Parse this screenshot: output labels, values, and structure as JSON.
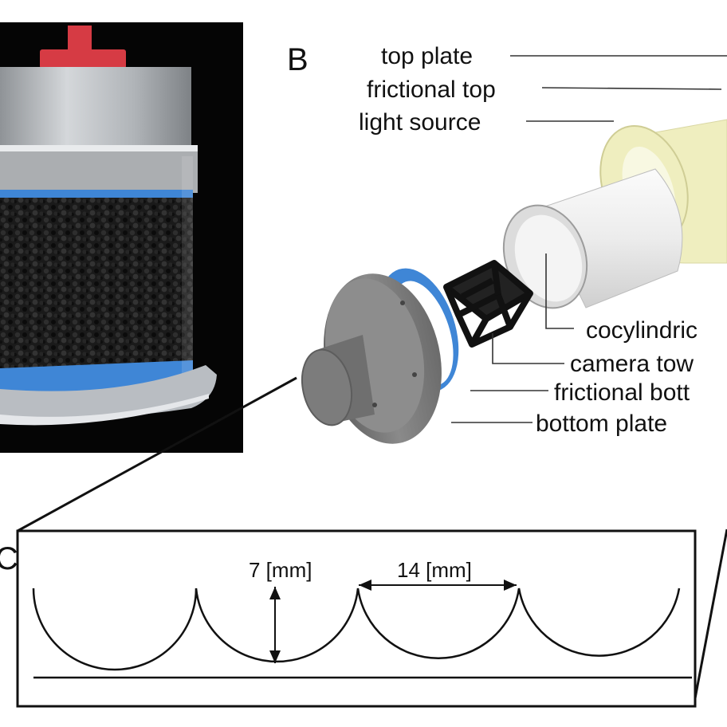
{
  "panel_b": {
    "letter": "B",
    "labels": {
      "top_plate": "top plate",
      "frictional_top": "frictional top",
      "light_source": "light source",
      "cocylindrical": "cocylindric",
      "camera_tower": "camera tow",
      "frictional_bottom": "frictional bott",
      "bottom_plate": "bottom plate"
    }
  },
  "panel_c": {
    "letter": "C",
    "depth_label": "7 [mm]",
    "pitch_label": "14 [mm]"
  },
  "colors": {
    "blue_band": "#3f86d6",
    "pale_yellow": "#efeebf",
    "red_knob": "#d63b44",
    "metal": "#b8bcc0",
    "gray_part": "#7a7a7a"
  }
}
